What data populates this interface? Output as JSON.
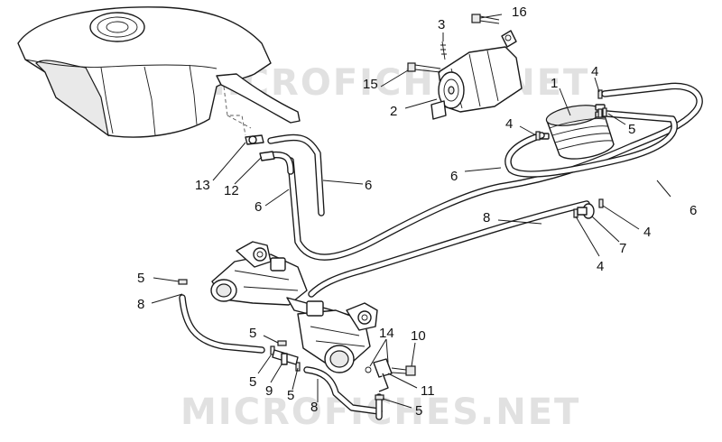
{
  "watermark": {
    "top": "MICROFICHES.NET",
    "bottom": "MICROFICHES.NET"
  },
  "callouts": {
    "c1": "1",
    "c2": "2",
    "c3": "3",
    "c4a": "4",
    "c4b": "4",
    "c4c": "4",
    "c4d": "4",
    "c5a": "5",
    "c5b": "5",
    "c5c": "5",
    "c5d": "5",
    "c5e": "5",
    "c5f": "5",
    "c6a": "6",
    "c6b": "6",
    "c6c": "6",
    "c6d": "6",
    "c7": "7",
    "c8a": "8",
    "c8b": "8",
    "c8c": "8",
    "c9": "9",
    "c10": "10",
    "c11": "11",
    "c12": "12",
    "c13": "13",
    "c14": "14",
    "c15": "15",
    "c16": "16"
  }
}
